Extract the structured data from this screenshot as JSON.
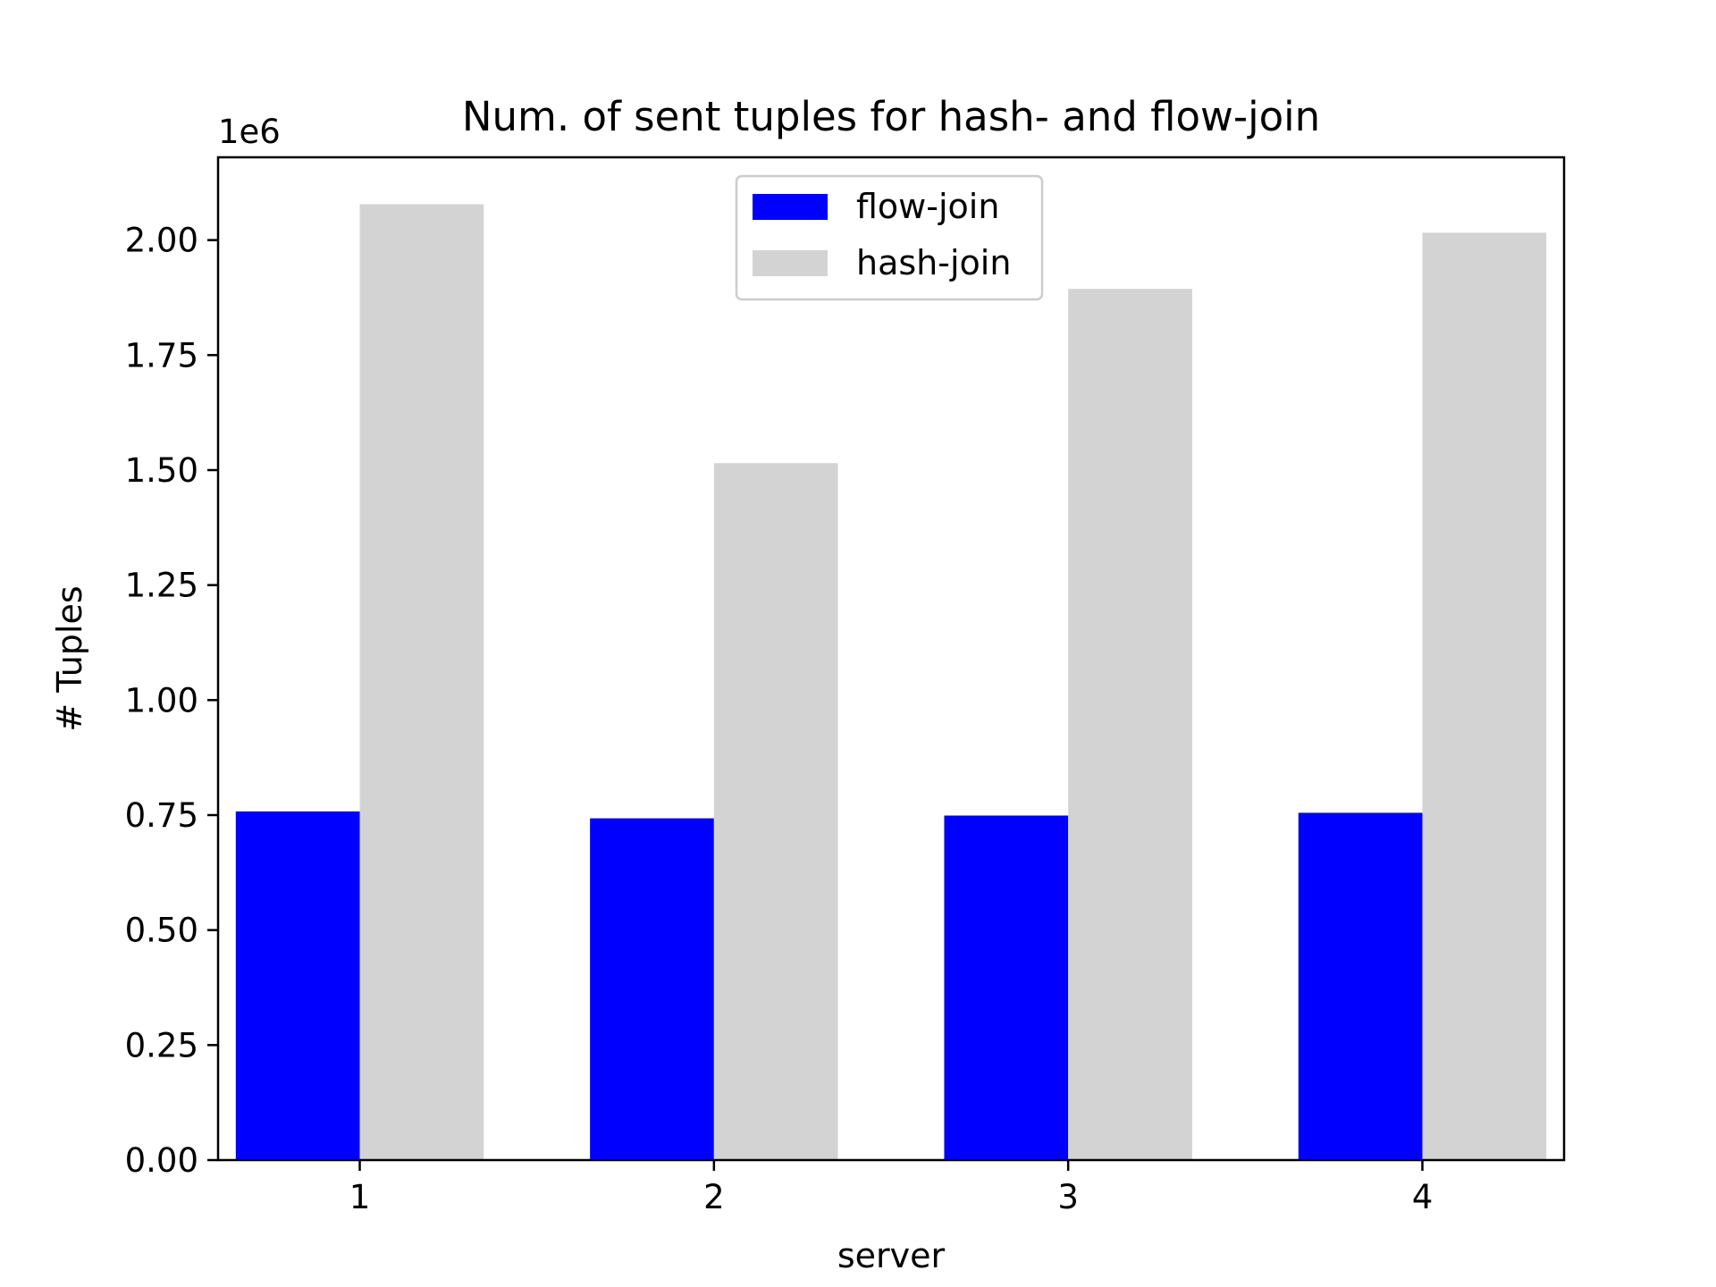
{
  "chart_data": {
    "type": "bar",
    "title": "Num. of sent tuples for hash- and flow-join",
    "xlabel": "server",
    "ylabel": "# Tuples",
    "y_offset_label": "1e6",
    "categories": [
      "1",
      "2",
      "3",
      "4"
    ],
    "series": [
      {
        "name": "flow-join",
        "color": "#0000ff",
        "values": [
          758000,
          743000,
          749000,
          755000
        ]
      },
      {
        "name": "hash-join",
        "color": "#d3d3d3",
        "values": [
          2078000,
          1515000,
          1894000,
          2016000
        ]
      }
    ],
    "ylim": [
      0,
      2180000
    ],
    "yticks": [
      0,
      250000,
      500000,
      750000,
      1000000,
      1250000,
      1500000,
      1750000,
      2000000
    ],
    "ytick_labels": [
      "0.00",
      "0.25",
      "0.50",
      "0.75",
      "1.00",
      "1.25",
      "1.50",
      "1.75",
      "2.00"
    ],
    "legend_position": "top-center",
    "grid": false
  }
}
